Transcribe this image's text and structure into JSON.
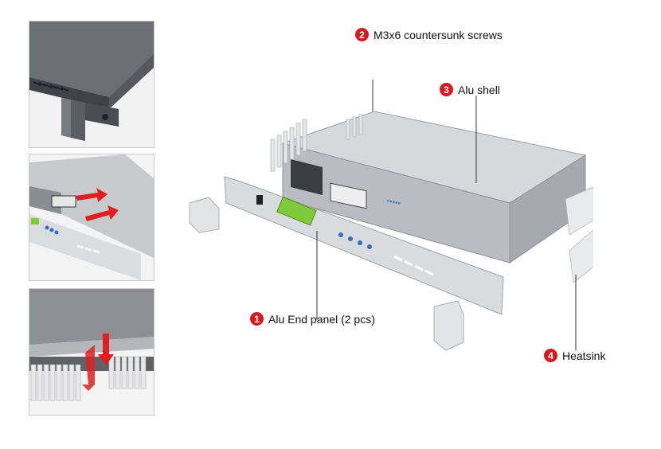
{
  "callouts": [
    {
      "number": "1",
      "label": "Alu End panel (2 pcs)"
    },
    {
      "number": "2",
      "label": "M3x6 countersunk screws"
    },
    {
      "number": "3",
      "label": "Alu shell"
    },
    {
      "number": "4",
      "label": "Heatsink"
    }
  ],
  "colors": {
    "badge": "#d71920",
    "arrow": "#e02020",
    "display": "#7ecb3a",
    "button": "#2d6fc9"
  }
}
